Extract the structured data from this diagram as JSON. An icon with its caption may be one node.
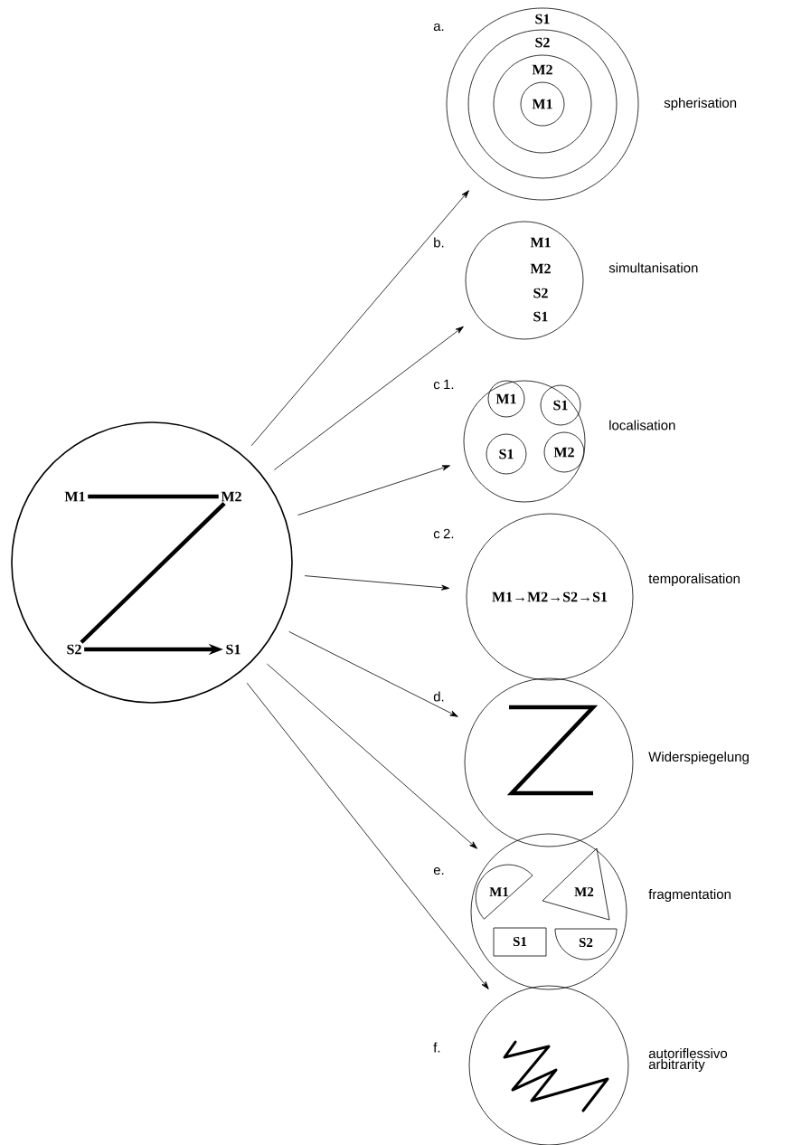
{
  "diagram": {
    "nodes": [
      {
        "text": [],
        "shape": "circle"
      },
      {
        "text": [
          "M1"
        ],
        "in": 0
      },
      {
        "text": [
          "M2"
        ],
        "in": 0
      },
      {
        "text": [
          "S2"
        ],
        "in": 0
      },
      {
        "text": [
          "S1"
        ],
        "in": 0
      },
      {
        "text": [
          "S1"
        ],
        "beside": [
          "a.",
          "spherisation"
        ]
      },
      {
        "text": [
          "S2"
        ],
        "in": 5
      },
      {
        "text": [
          "M2"
        ],
        "in": 6
      },
      {
        "text": [
          "M1"
        ],
        "in": 7
      },
      {
        "text": [
          "M1",
          "M2",
          "S2",
          "S1"
        ],
        "beside": [
          "b.",
          "simultanisation"
        ]
      },
      {
        "text": [],
        "shape": "circle",
        "beside": [
          "c 1.",
          "localisation"
        ]
      },
      {
        "text": [
          "M1"
        ],
        "in": 10
      },
      {
        "text": [
          "S1"
        ],
        "in": 10
      },
      {
        "text": [
          "S1"
        ],
        "in": 10
      },
      {
        "text": [
          "M2"
        ],
        "in": 10
      },
      {
        "text": [
          "M1→M2→S2→S1"
        ],
        "beside": [
          "c 2.",
          "temporalisation"
        ]
      },
      {
        "text": [],
        "shape": "circle",
        "beside": [
          "d.",
          "Widerspiegelung"
        ]
      },
      {
        "text": [],
        "shape": "circle",
        "beside": [
          "e.",
          "fragmentation"
        ]
      },
      {
        "text": [
          "M1"
        ],
        "in": 17
      },
      {
        "text": [
          "M2"
        ],
        "in": 17
      },
      {
        "text": [
          "S1"
        ],
        "in": 17
      },
      {
        "text": [
          "S2"
        ],
        "in": 17
      },
      {
        "text": [],
        "shape": "circle",
        "beside": [
          "f.",
          "autoriflessivo arbitrarity"
        ]
      }
    ],
    "edges": [
      {
        "from": 1,
        "to": 2,
        "arrow": "none",
        "style": "thick"
      },
      {
        "from": 2,
        "to": 3,
        "arrow": "none",
        "style": "thick"
      },
      {
        "from": 3,
        "to": 4,
        "arrow": "to",
        "style": "thick"
      },
      {
        "from": 0,
        "to": 5,
        "arrow": "to"
      },
      {
        "from": 0,
        "to": 9,
        "arrow": "to"
      },
      {
        "from": 0,
        "to": 10,
        "arrow": "to"
      },
      {
        "from": 0,
        "to": 15,
        "arrow": "to"
      },
      {
        "from": 0,
        "to": 16,
        "arrow": "to"
      },
      {
        "from": 0,
        "to": 17,
        "arrow": "to"
      },
      {
        "from": 0,
        "to": 22,
        "arrow": "to"
      }
    ]
  }
}
